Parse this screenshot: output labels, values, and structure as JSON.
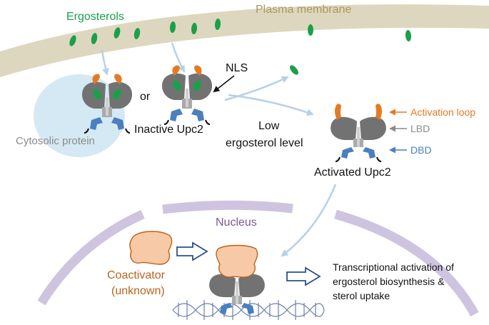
{
  "labels": {
    "ergosterols": "Ergosterols",
    "plasma_membrane": "Plasma membrane",
    "nls": "NLS",
    "or": "or",
    "cytosolic_protein": "Cytosolic protein",
    "inactive_upc2": "Inactive Upc2",
    "low_ergosterol_line1": "Low",
    "low_ergosterol_line2": "ergosterol level",
    "activation_loop": "Activation loop",
    "lbd": "LBD",
    "dbd": "DBD",
    "activated_upc2": "Activated Upc2",
    "nucleus": "Nucleus",
    "coactivator_line1": "Coactivator",
    "coactivator_line2": "(unknown)",
    "transcription_line1": "Transcriptional activation of",
    "transcription_line2": "ergosterol biosynthesis &",
    "transcription_line3": "sterol uptake"
  },
  "colors": {
    "membrane": "#ddd7bf",
    "membrane_text": "#a89a5e",
    "ergosterol": "#1aa04a",
    "cytosol_blob": "#d4e9f3",
    "cytosol_text": "#8a8a8a",
    "lbd": "#727272",
    "activation_loop": "#e57a22",
    "dbd": "#4a7fc0",
    "nucleus": "#cfc4e0",
    "nucleus_text": "#7a5c98",
    "coactivator": "#f8c9a6",
    "coactivator_text": "#b8641e",
    "arrow": "#b6d1e8",
    "hollow_arrow": "#2f4f88",
    "dna": "#6d7fa8"
  }
}
